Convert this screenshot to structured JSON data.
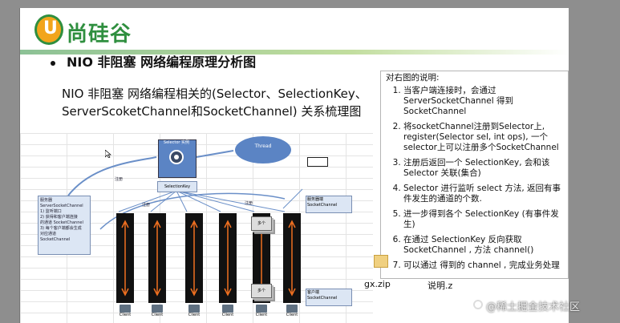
{
  "logo": {
    "mark": "U",
    "text": "尚硅谷"
  },
  "slide": {
    "heading": "NIO 非阻塞 网络编程原理分析图",
    "subtitle": "NIO 非阻塞 网络编程相关的(Selector、SelectionKey、ServerScoketChannel和SocketChannel) 关系梳理图"
  },
  "diagram": {
    "server_box": [
      "服务器",
      "ServerSocketChannel",
      "1) 监听端口",
      "2) 获得和客户端连接",
      "的通道 SocketChannel",
      "3) 每个客户端都会生成",
      "对应通道",
      "SocketChannel"
    ],
    "selector_label": "Selector 实例",
    "selection_key": "SelectionKey",
    "thread": "Thread",
    "register": "注册",
    "server_channel_label": [
      "服务器端",
      "SocketChannel"
    ],
    "client_channel_label": [
      "客户端",
      "SocketChannel"
    ],
    "many": "多个",
    "client": "Client"
  },
  "note": {
    "title": "对右图的说明:",
    "items": [
      "当客户端连接时，会通过 ServerSocketChannel 得到 SocketChannel",
      "将socketChannel注册到Selector上, register(Selector sel, int ops), 一个selector上可以注册多个SocketChannel",
      "注册后返回一个 SelectionKey, 会和该Selector 关联(集合)",
      "Selector 进行监听  select 方法, 返回有事件发生的通道的个数.",
      "进一步得到各个 SelectionKey (有事件发生)",
      "在通过 SelectionKey  反向获取 SocketChannel , 方法 channel()",
      "可以通过  得到的 channel , 完成业务处理"
    ]
  },
  "desktop": {
    "file1": "gx.zip",
    "file2": "说明.z"
  },
  "watermark": "@稀土掘金技术社区",
  "colors": {
    "brand_green": "#2f8f3f",
    "brand_orange": "#f2a51c",
    "diagram_blue": "#5b84c4",
    "channel_arrow": "#f07020"
  }
}
